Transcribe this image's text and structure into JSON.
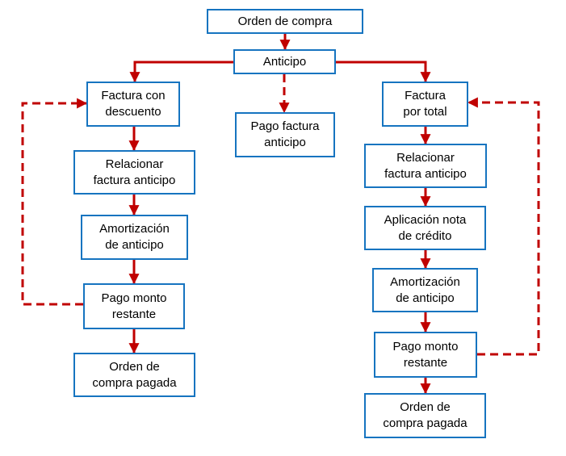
{
  "colors": {
    "background": "#ffffff",
    "box_border": "#1674c0",
    "box_fill": "#ffffff",
    "arrow": "#c00000",
    "text": "#000000"
  },
  "nodes": {
    "orden_compra": {
      "label": "Orden de compra"
    },
    "anticipo": {
      "label": "Anticipo"
    },
    "factura_descuento": {
      "label": "Factura con\ndescuento"
    },
    "pago_factura_anticipo": {
      "label": "Pago factura\nanticipo"
    },
    "factura_total": {
      "label": "Factura\npor total"
    },
    "relacionar_izq": {
      "label": "Relacionar\nfactura anticipo"
    },
    "amortizacion_izq": {
      "label": "Amortización\nde anticipo"
    },
    "pago_monto_izq": {
      "label": "Pago monto\nrestante"
    },
    "orden_pagada_izq": {
      "label": "Orden de\ncompra pagada"
    },
    "relacionar_der": {
      "label": "Relacionar\nfactura anticipo"
    },
    "aplicacion_nota": {
      "label": "Aplicación nota\nde crédito"
    },
    "amortizacion_der": {
      "label": "Amortización\nde anticipo"
    },
    "pago_monto_der": {
      "label": "Pago monto\nrestante"
    },
    "orden_pagada_der": {
      "label": "Orden de\ncompra pagada"
    }
  }
}
